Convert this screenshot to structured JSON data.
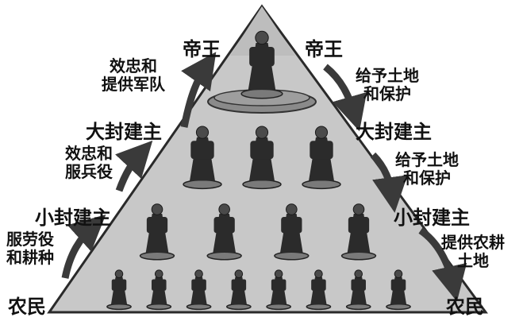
{
  "diagram": {
    "left_ranks": [
      "帝王",
      "大封建主",
      "小封建主",
      "农民"
    ],
    "right_ranks": [
      "帝王",
      "大封建主",
      "小封建主",
      "农民"
    ],
    "upward_obligations": [
      {
        "line1": "效忠和",
        "line2": "提供军队"
      },
      {
        "line1": "效忠和",
        "line2": "服兵役"
      },
      {
        "line1": "服劳役",
        "line2": "和耕种"
      }
    ],
    "downward_grants": [
      {
        "line1": "给予土地",
        "line2": "和保护"
      },
      {
        "line1": "给予土地",
        "line2": "和保护"
      },
      {
        "line1": "提供农耕",
        "line2": "土地"
      }
    ],
    "tiers": [
      {
        "figures": 1
      },
      {
        "figures": 3
      },
      {
        "figures": 4
      },
      {
        "figures": 8
      }
    ],
    "colors": {
      "pyramid_fill": "#c8c8c8",
      "pyramid_edge": "#2a2a2a",
      "figure": "#2b2b2b",
      "arrow": "#3a3a3a",
      "text": "#111111"
    }
  }
}
